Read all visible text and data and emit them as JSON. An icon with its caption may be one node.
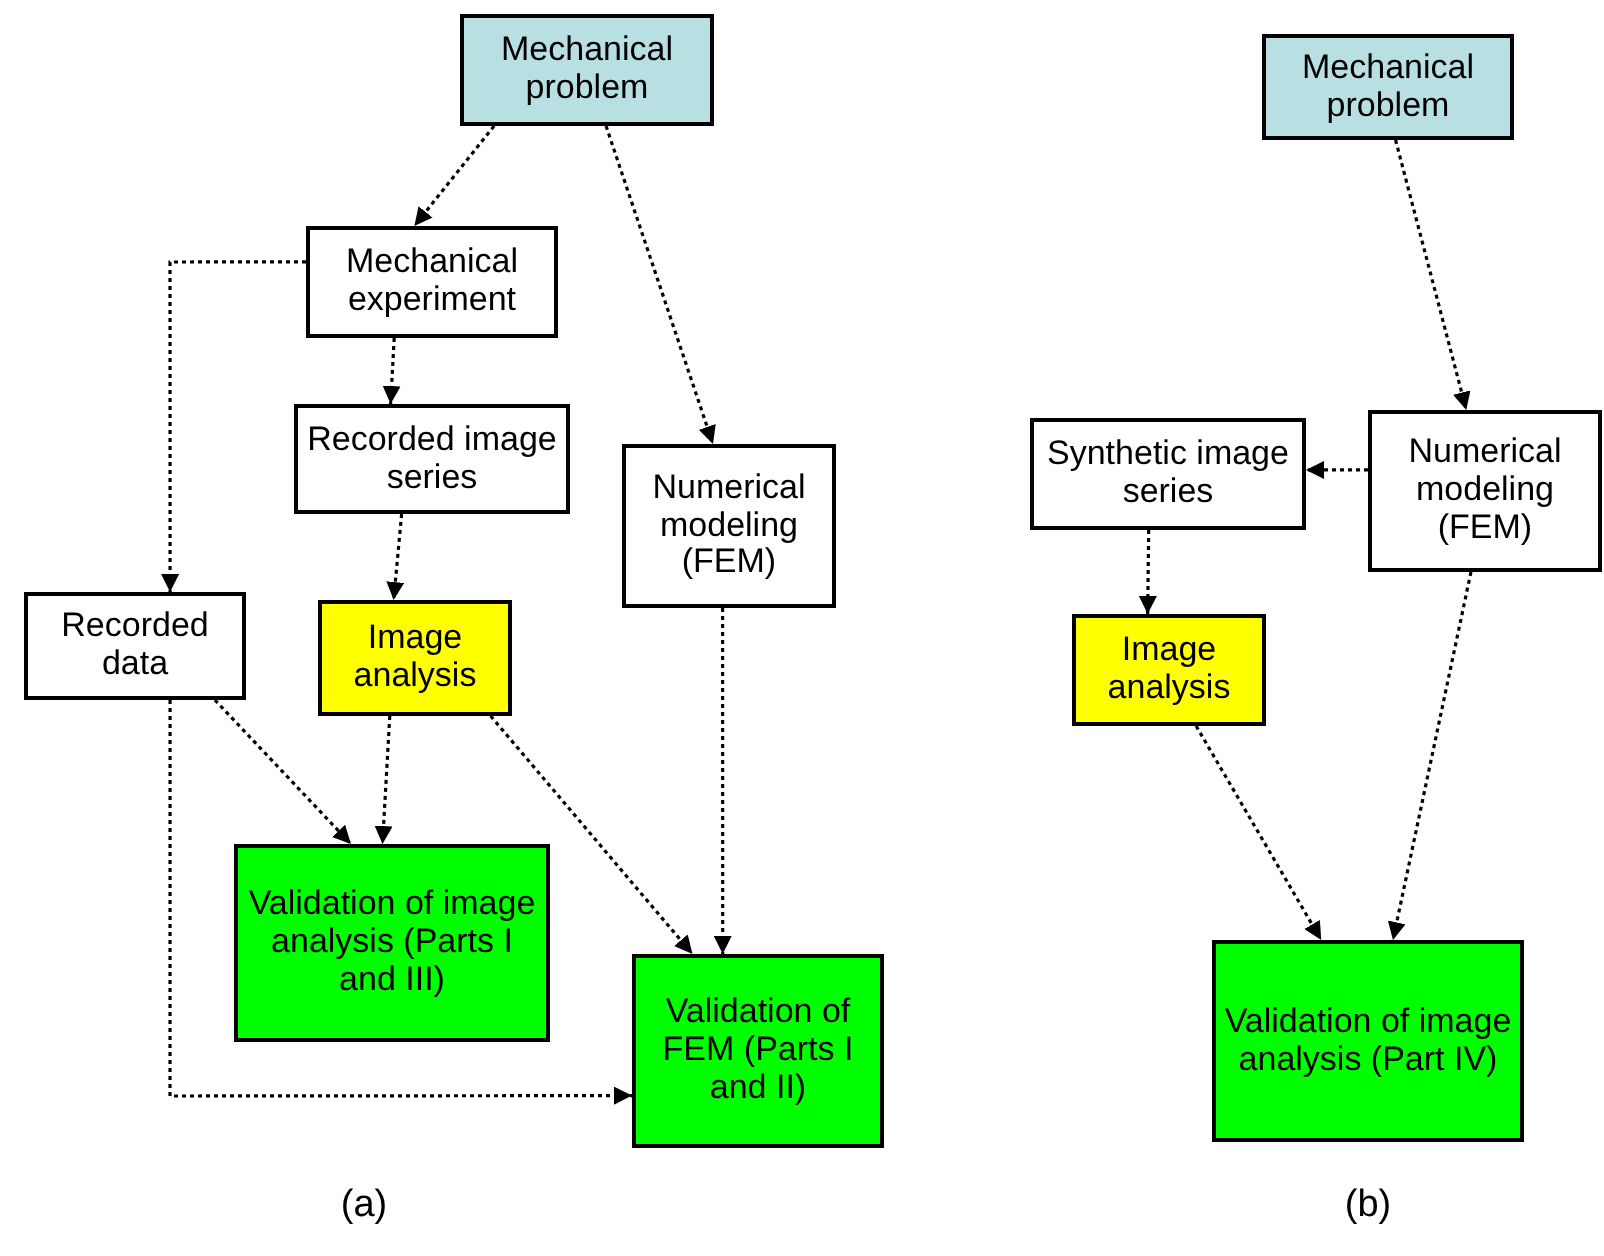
{
  "diagram": {
    "nodes": [
      {
        "text": [
          "Mechanical problem"
        ]
      },
      {
        "text": [
          "Mechanical experiment"
        ]
      },
      {
        "text": [
          "Recorded image series"
        ]
      },
      {
        "text": [
          "Numerical modeling (FEM)"
        ]
      },
      {
        "text": [
          "Recorded data"
        ]
      },
      {
        "text": [
          "Image analysis"
        ]
      },
      {
        "text": [
          "Validation of image analysis (Parts I and III)"
        ]
      },
      {
        "text": [
          "Validation of FEM (Parts I and II)"
        ]
      },
      {
        "text": [
          "Mechanical problem"
        ]
      },
      {
        "text": [
          "Numerical modeling (FEM)"
        ]
      },
      {
        "text": [
          "Synthetic image series"
        ]
      },
      {
        "text": [
          "Image analysis"
        ]
      },
      {
        "text": [
          "Validation of image analysis (Part IV)"
        ]
      }
    ],
    "edges": [
      {
        "from": 0,
        "to": 1,
        "arrow": "to"
      },
      {
        "from": 0,
        "to": 3,
        "arrow": "to"
      },
      {
        "from": 1,
        "to": 4,
        "arrow": "to"
      },
      {
        "from": 1,
        "to": 2,
        "arrow": "to"
      },
      {
        "from": 2,
        "to": 5,
        "arrow": "to"
      },
      {
        "from": 4,
        "to": 6,
        "arrow": "to"
      },
      {
        "from": 5,
        "to": 6,
        "arrow": "to"
      },
      {
        "from": 5,
        "to": 7,
        "arrow": "to"
      },
      {
        "from": 3,
        "to": 7,
        "arrow": "to"
      },
      {
        "from": 4,
        "to": 7,
        "arrow": "to"
      },
      {
        "from": 8,
        "to": 9,
        "arrow": "to"
      },
      {
        "from": 9,
        "to": 10,
        "arrow": "to"
      },
      {
        "from": 10,
        "to": 11,
        "arrow": "to"
      },
      {
        "from": 11,
        "to": 12,
        "arrow": "to"
      },
      {
        "from": 9,
        "to": 12,
        "arrow": "to"
      }
    ],
    "labels": [
      "(a)",
      "(b)"
    ]
  }
}
